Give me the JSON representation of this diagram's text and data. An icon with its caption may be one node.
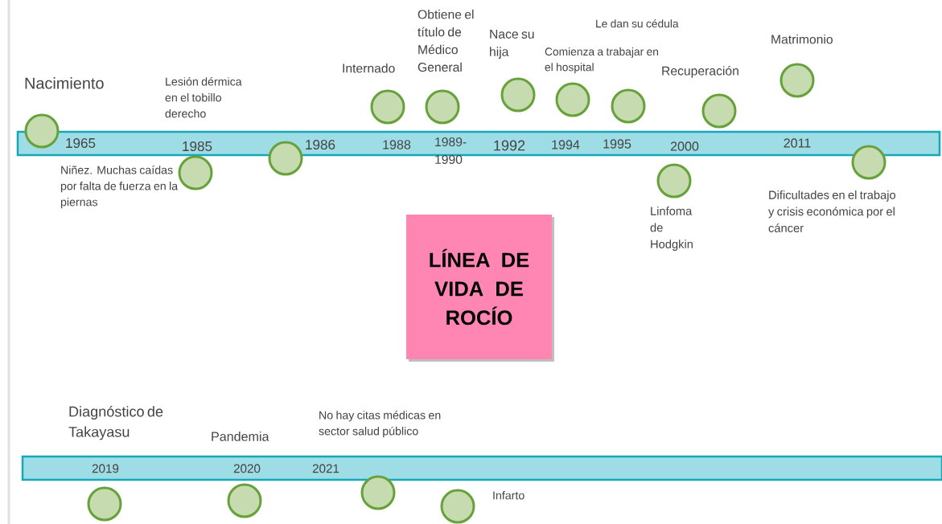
{
  "diagram": {
    "title": "LÍNEA DE VIDA DE ROCÍO",
    "nodes": [
      {
        "text": [
          "1965",
          "1985",
          "1986",
          "1988",
          "1989- 1990",
          "1992",
          "1994",
          "1995",
          "2000",
          "2011"
        ]
      },
      {
        "text": [],
        "shape": "circle"
      },
      {
        "text": [],
        "shape": "circle"
      },
      {
        "text": [],
        "shape": "circle"
      },
      {
        "text": [],
        "shape": "circle"
      },
      {
        "text": [],
        "shape": "circle"
      },
      {
        "text": [],
        "shape": "circle"
      },
      {
        "text": [],
        "shape": "circle"
      },
      {
        "text": [],
        "shape": "circle"
      },
      {
        "text": [],
        "shape": "circle"
      },
      {
        "text": [],
        "shape": "circle"
      },
      {
        "text": [],
        "shape": "circle"
      },
      {
        "text": [],
        "shape": "circle"
      },
      {
        "text": [
          "2019",
          "2020",
          "2021"
        ]
      },
      {
        "text": [],
        "shape": "circle"
      },
      {
        "text": [],
        "shape": "circle"
      },
      {
        "text": [],
        "shape": "circle"
      },
      {
        "text": [],
        "shape": "circle"
      }
    ],
    "labels": [
      "Nacimiento",
      "Lesión dérmica en el tobillo derecho",
      "Niñez. Muchas caídas por falta de fuerza en la piernas",
      "Internado",
      "Obtiene el título de Médico General",
      "Nace su hija",
      "Comienza a trabajar en el hospital",
      "Le dan su cédula",
      "Recuperación",
      "Matrimonio",
      "Linfoma de Hodgkin",
      "Dificultades en el trabajo y crisis económica por el cáncer",
      "Diagnóstico de Takayasu",
      "Pandemia",
      "No hay citas médicas en sector salud público",
      "Infarto"
    ]
  }
}
